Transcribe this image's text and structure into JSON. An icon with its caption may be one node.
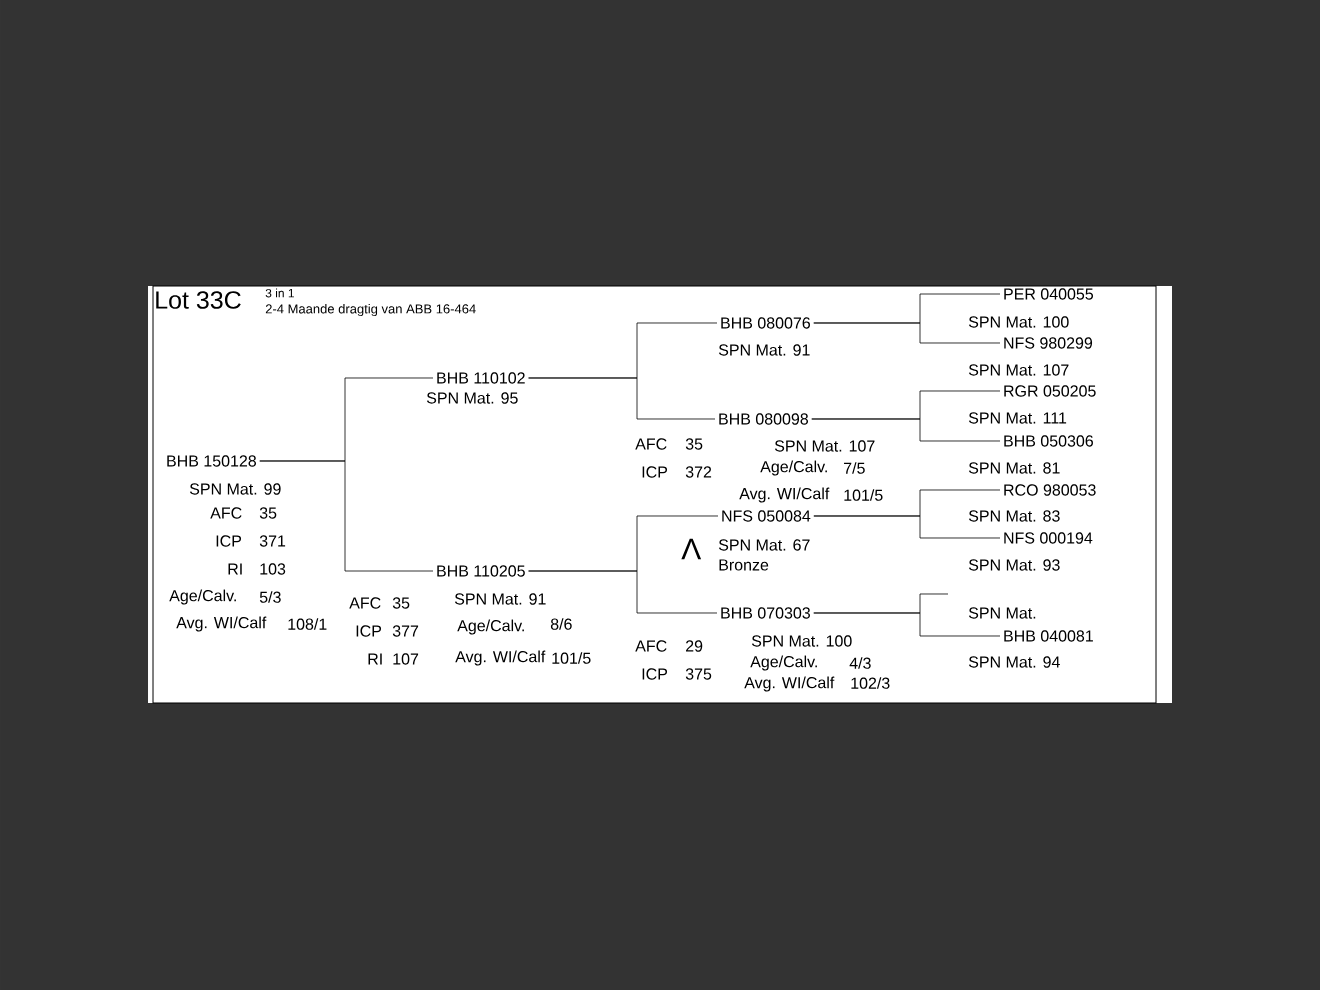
{
  "diagram": {
    "title": "Lot 33C",
    "nodes": [
      {
        "text": [
          "BHB 150128"
        ]
      },
      {
        "text": [
          "BHB 110102"
        ]
      },
      {
        "text": [
          "BHB 110205"
        ]
      },
      {
        "text": [
          "BHB 080076"
        ]
      },
      {
        "text": [
          "BHB 080098"
        ]
      },
      {
        "text": [
          "NFS 050084"
        ]
      },
      {
        "text": [
          "BHB 070303"
        ]
      },
      {
        "text": [
          "PER 040055"
        ]
      },
      {
        "text": [
          "NFS 980299"
        ]
      },
      {
        "text": [
          "RGR 050205"
        ]
      },
      {
        "text": [
          "BHB 050306"
        ]
      },
      {
        "text": [
          "RCO 980053"
        ]
      },
      {
        "text": [
          "NFS 000194"
        ]
      },
      {
        "text": [
          "BHB 040081"
        ]
      }
    ],
    "edges": [
      {
        "from": 0,
        "to": 1,
        "arrow": "none"
      },
      {
        "from": 0,
        "to": 2,
        "arrow": "none"
      },
      {
        "from": 1,
        "to": 3,
        "arrow": "none"
      },
      {
        "from": 1,
        "to": 4,
        "arrow": "none"
      },
      {
        "from": 2,
        "to": 5,
        "arrow": "none"
      },
      {
        "from": 2,
        "to": 6,
        "arrow": "none"
      },
      {
        "from": 3,
        "to": 7,
        "arrow": "none"
      },
      {
        "from": 3,
        "to": 8,
        "arrow": "none"
      },
      {
        "from": 4,
        "to": 9,
        "arrow": "none"
      },
      {
        "from": 4,
        "to": 10,
        "arrow": "none"
      },
      {
        "from": 5,
        "to": 11,
        "arrow": "none"
      },
      {
        "from": 5,
        "to": 12,
        "arrow": "none"
      },
      {
        "from": 6,
        "to": null,
        "arrow": "none"
      },
      {
        "from": 6,
        "to": 13,
        "arrow": "none"
      }
    ],
    "labels": [
      "3 in 1",
      "2-4 Maande dragtig van ABB 16-464",
      "SPN Mat. 100",
      "SPN Mat. 91",
      "SPN Mat. 107",
      "SPN Mat. 95",
      "SPN Mat. 111",
      "AFC",
      "35",
      "SPN Mat. 107",
      "ICP",
      "372",
      "Age/Calv.",
      "7/5",
      "SPN Mat. 81",
      "SPN Mat. 99",
      "Avg. WI/Calf",
      "101/5",
      "AFC",
      "35",
      "SPN Mat. 83",
      "ICP",
      "371",
      "Λ",
      "SPN Mat. 67",
      "RI",
      "103",
      "Bronze",
      "SPN Mat. 93",
      "Age/Calv.",
      "5/3",
      "AFC",
      "35",
      "SPN Mat. 91",
      "SPN Mat.",
      "Avg. WI/Calf",
      "108/1",
      "ICP",
      "377",
      "Age/Calv.",
      "8/6",
      "AFC",
      "29",
      "SPN Mat. 100",
      "RI",
      "107",
      "Avg. WI/Calf",
      "101/5",
      "Age/Calv.",
      "4/3",
      "SPN Mat. 94",
      "ICP",
      "375",
      "Avg. WI/Calf",
      "102/3"
    ]
  }
}
